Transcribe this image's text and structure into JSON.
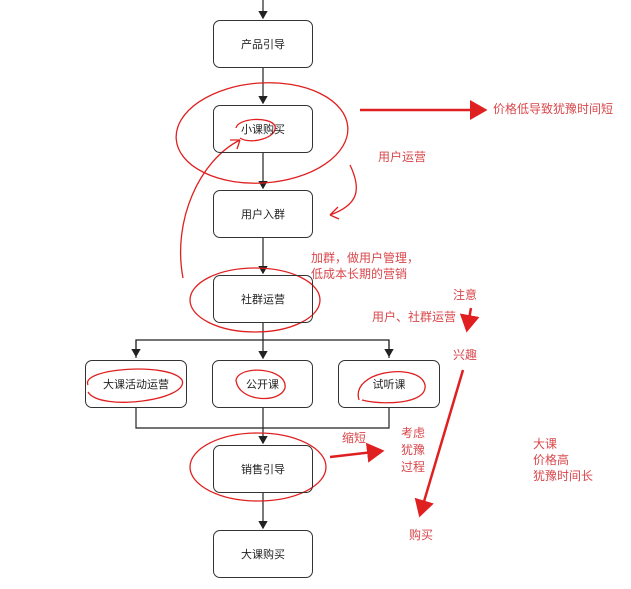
{
  "nodes": {
    "product_guide": "产品引导",
    "small_course": "小课购买",
    "join_group": "用户入群",
    "community_ops": "社群运营",
    "big_course_event": "大课活动运营",
    "open_class": "公开课",
    "trial_class": "试听课",
    "sales_guide": "销售引导",
    "big_course_buy": "大课购买"
  },
  "annotations": {
    "low_price": "价格低导致犹豫时间短",
    "user_ops": "用户运营",
    "join_group_line1": "加群，做用户管理，",
    "join_group_line2": "低成本长期的营销",
    "attention": "注意",
    "user_community_ops": "用户、社群运营",
    "interest": "兴趣",
    "shorten": "缩短",
    "consider_line1": "考虑",
    "consider_line2": "犹豫",
    "consider_line3": "过程",
    "purchase": "购买",
    "big_line1": "大课",
    "big_line2": "价格高",
    "big_line3": "犹豫时间长"
  },
  "colors": {
    "annotation": "#d9474b",
    "box_border": "#333333"
  }
}
